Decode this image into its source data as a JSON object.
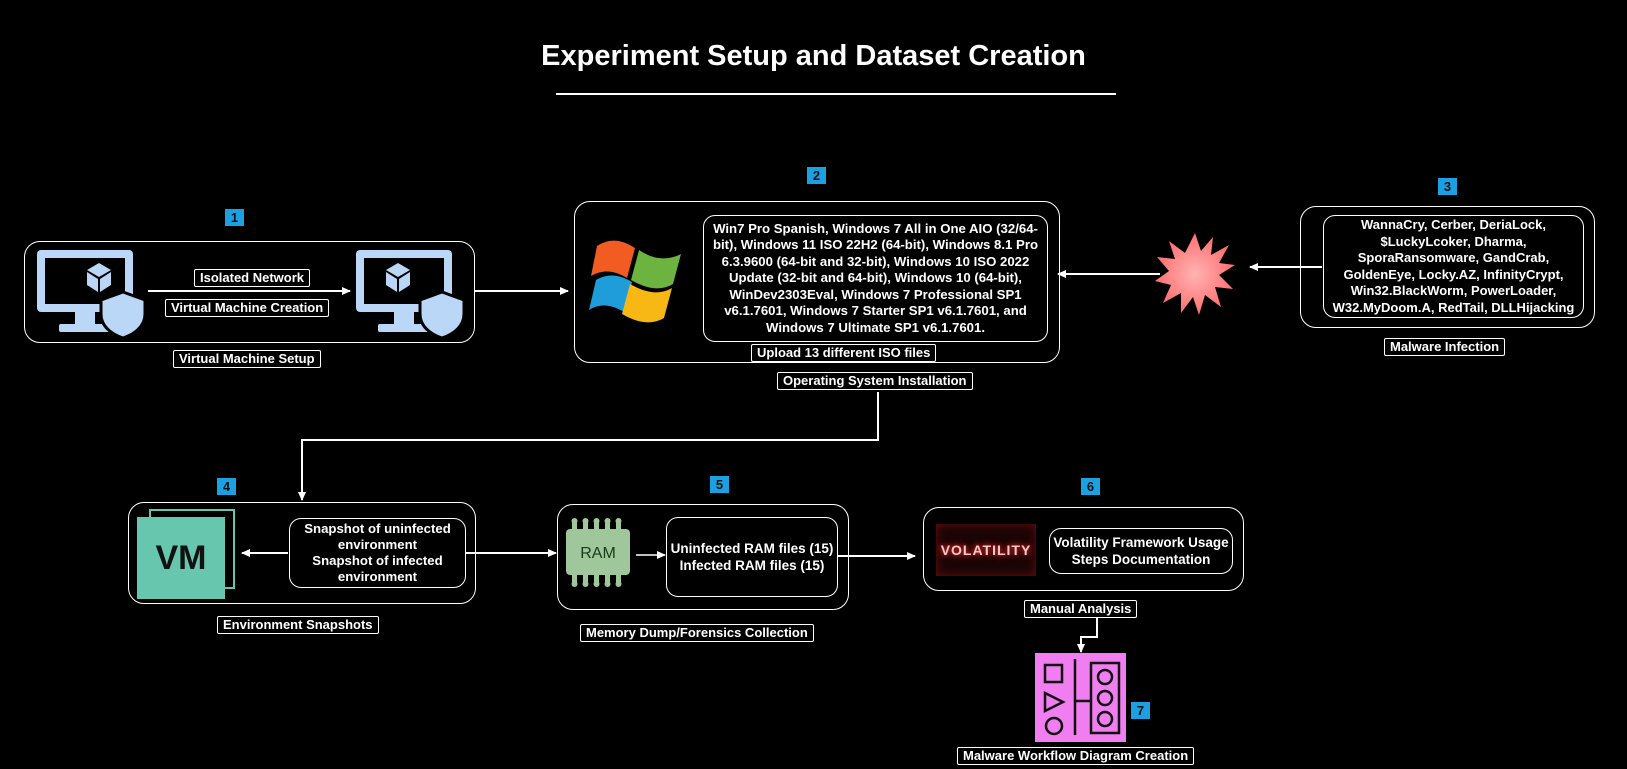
{
  "title": "Experiment Setup and Dataset Creation",
  "steps": {
    "s1": {
      "number": "1",
      "caption": "Virtual Machine Setup",
      "link_top": "Isolated Network",
      "link_bottom": "Virtual Machine Creation"
    },
    "s2": {
      "number": "2",
      "caption": "Operating System Installation",
      "sub_caption": "Upload 13 different ISO files",
      "text": "Win7 Pro Spanish, Windows 7 All in One AIO (32/64-bit), Windows 11 ISO 22H2 (64-bit), Windows 8.1 Pro 6.3.9600 (64-bit and 32-bit), Windows 10 ISO 2022 Update (32-bit and 64-bit), Windows 10 (64-bit), WinDev2303Eval, Windows 7 Professional SP1 v6.1.7601, Windows 7 Starter SP1 v6.1.7601, and Windows 7 Ultimate SP1 v6.1.7601."
    },
    "s3": {
      "number": "3",
      "caption": "Malware Infection",
      "text": "WannaCry, Cerber, DeriaLock, $LuckyLcoker, Dharma, SporaRansomware, GandCrab, GoldenEye, Locky.AZ, InfinityCrypt, Win32.BlackWorm, PowerLoader, W32.MyDoom.A, RedTail, DLLHijacking"
    },
    "s4": {
      "number": "4",
      "caption": "Environment Snapshots",
      "icon_text": "VM",
      "line1": "Snapshot of uninfected environment",
      "line2": "Snapshot of infected environment"
    },
    "s5": {
      "number": "5",
      "caption": "Memory Dump/Forensics Collection",
      "chip_text": "RAM",
      "line1": "Uninfected RAM files (15)",
      "line2": "Infected RAM files (15)"
    },
    "s6": {
      "number": "6",
      "caption": "Manual Analysis",
      "logo_text": "VOLATILITY",
      "line1": "Volatility Framework Usage",
      "line2": "Steps Documentation"
    },
    "s7": {
      "number": "7",
      "caption": "Malware Workflow Diagram Creation"
    }
  },
  "colors": {
    "background": "#000000",
    "badge": "#1ba1e2",
    "monitor": "#bad7f7",
    "vm_icon": "#67c7ae",
    "ram_chip": "#9fc79b",
    "virus": "#ff8f8f",
    "workflow_icon": "#f07ef0",
    "volatility": "#d42b2b"
  },
  "icons": [
    "monitor-shield-icon",
    "windows-logo-icon",
    "virus-icon",
    "vm-icon",
    "ram-chip-icon",
    "volatility-logo-icon",
    "workflow-diagram-icon"
  ]
}
